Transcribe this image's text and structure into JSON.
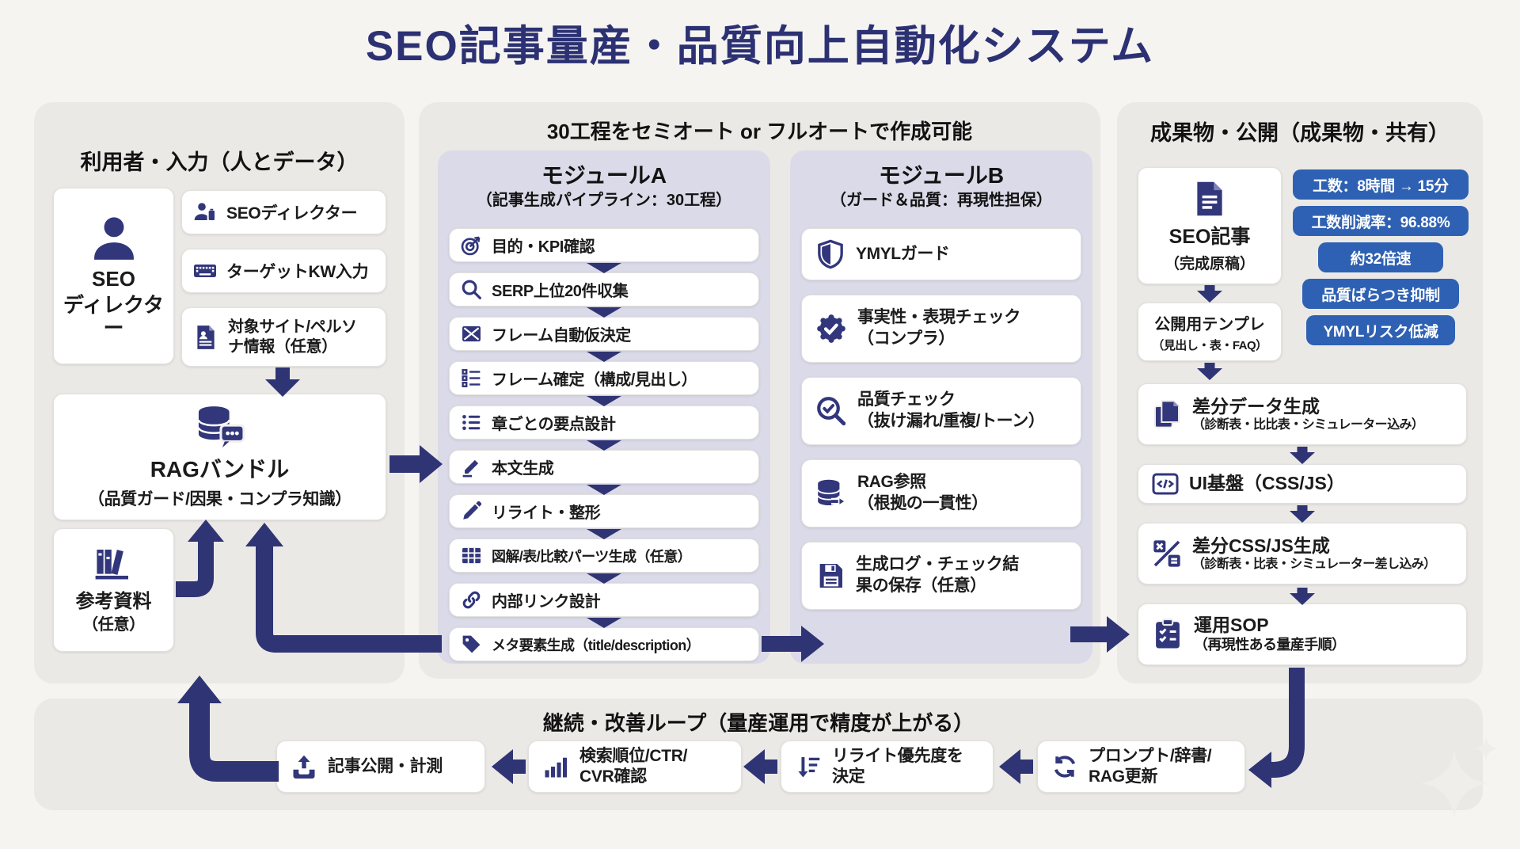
{
  "title": "SEO記事量産・品質向上自動化システム",
  "left_panel": {
    "title": "利用者・入力（人とデータ）",
    "director": {
      "line1": "SEO",
      "line2": "ディレクター"
    },
    "inputs": [
      {
        "label": "SEOディレクター"
      },
      {
        "label": "ターゲットKW入力"
      },
      {
        "line1": "対象サイト/ペルソ",
        "line2": "ナ情報（任意）"
      }
    ],
    "rag": {
      "title": "RAGバンドル",
      "subtitle": "（品質ガード/因果・コンプラ知識）"
    },
    "reference": {
      "line1": "参考資料",
      "line2": "（任意）"
    }
  },
  "center_panel": {
    "title": "30工程をセミオート or フルオートで作成可能",
    "module_a": {
      "title": "モジュールA",
      "subtitle": "（記事生成パイプライン：30工程）",
      "steps": [
        "目的・KPI確認",
        "SERP上位20件収集",
        "フレーム自動仮決定",
        "フレーム確定（構成/見出し）",
        "章ごとの要点設計",
        "本文生成",
        "リライト・整形",
        "図解/表/比較パーツ生成（任意）",
        "内部リンク設計",
        "メタ要素生成（title/description）"
      ]
    },
    "module_b": {
      "title": "モジュールB",
      "subtitle": "（ガード＆品質：再現性担保）",
      "steps": [
        {
          "line1": "YMYLガード",
          "line2": ""
        },
        {
          "line1": "事実性・表現チェック",
          "line2": "（コンプラ）"
        },
        {
          "line1": "品質チェック",
          "line2": "（抜け漏れ/重複/トーン）"
        },
        {
          "line1": "RAG参照",
          "line2": "（根拠の一貫性）"
        },
        {
          "line1": "生成ログ・チェック結",
          "line2": "果の保存（任意）"
        }
      ]
    }
  },
  "right_panel": {
    "title": "成果物・公開（成果物・共有）",
    "article": {
      "line1": "SEO記事",
      "line2": "（完成原稿）"
    },
    "badges": [
      "工数：8時間 → 15分",
      "工数削減率：96.88%",
      "約32倍速",
      "品質ばらつき抑制",
      "YMYLリスク低減"
    ],
    "template_box": {
      "line1": "公開用テンプレ",
      "line2": "（見出し・表・FAQ）"
    },
    "outputs": [
      {
        "line1": "差分データ生成",
        "line2": "（診断表・比比表・シミュレーター込み）"
      },
      {
        "line1": "UI基盤（CSS/JS）",
        "line2": ""
      },
      {
        "line1": "差分CSS/JS生成",
        "line2": "（診断表・比表・シミュレーター差し込み）"
      },
      {
        "line1": "運用SOP",
        "line2": "（再現性ある量産手順）"
      }
    ]
  },
  "bottom_panel": {
    "title": "継続・改善ループ（量産運用で精度が上がる）",
    "steps": [
      {
        "line1": "記事公開・計測",
        "line2": ""
      },
      {
        "line1": "検索順位/CTR/",
        "line2": "CVR確認"
      },
      {
        "line1": "リライト優先度を",
        "line2": "決定"
      },
      {
        "line1": "プロンプト/辞書/",
        "line2": "RAG更新"
      }
    ]
  },
  "colors": {
    "navy": "#2f3474",
    "icon_navy": "#32367b",
    "badge_blue": "#2e61b3",
    "panel_gray": "#ebe9e6",
    "module_lavender": "#dbdae8",
    "title_navy": "#2c3173"
  },
  "icons": {
    "person-icon": "person silhouette",
    "person-edit-icon": "person with note",
    "keyboard-icon": "keyboard",
    "profile-document-icon": "document with profile",
    "database-chat-icon": "database with chat bubble",
    "books-icon": "books on shelf",
    "target-icon": "bullseye with arrow",
    "search-icon": "magnifier",
    "frame-draft-icon": "box with X",
    "frame-checklist-icon": "checkbox list",
    "outline-list-icon": "bullet list",
    "edit-pencil-icon": "pencil writing",
    "pen-icon": "pen",
    "table-icon": "table grid",
    "link-icon": "chain link",
    "tag-icon": "tag",
    "shield-icon": "shield",
    "fact-check-badge-icon": "seal with check",
    "quality-search-check-icon": "magnifier with check",
    "rag-database-icon": "database with arrow",
    "save-disk-icon": "floppy disk",
    "article-document-icon": "document",
    "copy-pages-icon": "stacked pages",
    "code-icon": "code brackets",
    "calc-diff-icon": "multiply and equals with slash",
    "sop-clipboard-icon": "clipboard with checks",
    "publish-upload-icon": "upload tray",
    "rank-chart-icon": "bar chart",
    "priority-sort-icon": "sort arrow with lines",
    "update-refresh-icon": "circular refresh arrows",
    "sparkle-icon": "four point sparkle"
  }
}
